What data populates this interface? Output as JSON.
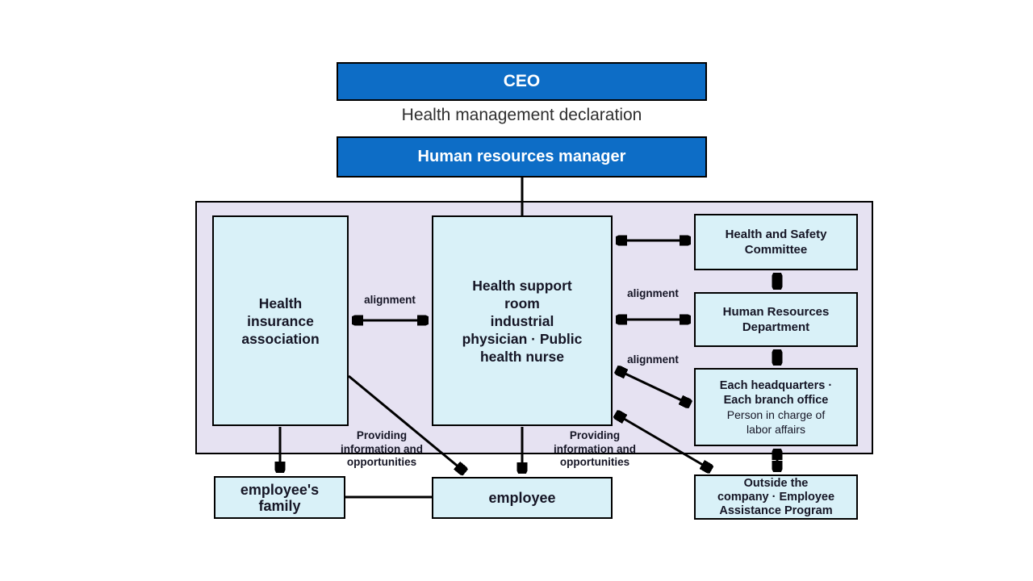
{
  "colors": {
    "accent_blue": "#0d6dc6",
    "container_bg": "#e6e2f2",
    "box_bg": "#d9f1f8",
    "border_color": "#000000",
    "text_dark": "#151525",
    "declaration_text": "#2e2e2e",
    "white_text": "#ffffff"
  },
  "org": {
    "ceo": {
      "label": "CEO"
    },
    "declaration": "Health management declaration",
    "hr_manager": {
      "label": "Human resources manager"
    },
    "health_insurance_association": {
      "label": "Health\ninsurance\nassociation"
    },
    "health_support_room": {
      "label": "Health support\nroom\nindustrial\nphysician · Public\nhealth nurse"
    },
    "health_safety_committee": {
      "label": "Health and Safety\nCommittee"
    },
    "human_resources_department": {
      "label": "Human Resources\nDepartment"
    },
    "each_headquarters": {
      "title": "Each headquarters ·\nEach branch office",
      "subtitle": "Person in charge of\nlabor affairs"
    },
    "employees_family": {
      "label": "employee's\nfamily"
    },
    "employee": {
      "label": "employee"
    },
    "outside_company": {
      "label": "Outside the\ncompany · Employee\nAssistance Program"
    }
  },
  "labels": {
    "alignment_left": "alignment",
    "alignment_middle": "alignment",
    "alignment_lower": "alignment",
    "providing_left": "Providing\ninformation and\nopportunities",
    "providing_right": "Providing\ninformation and\nopportunities"
  }
}
